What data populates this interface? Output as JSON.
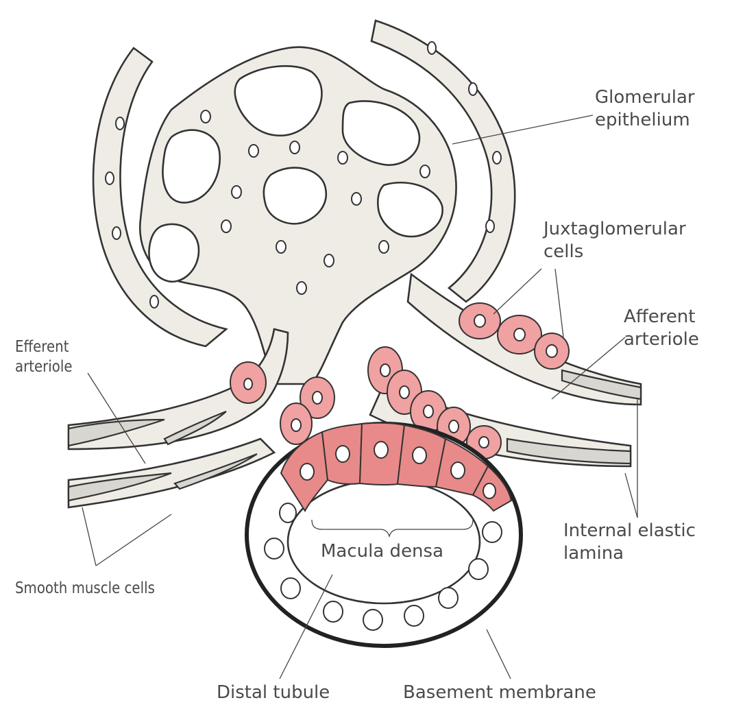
{
  "labels": {
    "glomerular_epithelium": "Glomerular\nepithelium",
    "juxtaglomerular_cells": "Juxtaglomerular\ncells",
    "afferent_arteriole": "Afferent\narteriole",
    "efferent_arteriole": "Efferent\narteriole",
    "internal_elastic_lamina": "Internal elastic\nlamina",
    "macula_densa": "Macula densa",
    "smooth_muscle_cells": "Smooth muscle cells",
    "distal_tubule": "Distal tubule",
    "basement_membrane": "Basement membrane"
  },
  "colors": {
    "juxtaglomerular_cells": "#f0a1a1",
    "macula_densa_cells": "#e88a8a",
    "tissue": "#efece6",
    "outline": "#333333",
    "label_text": "#4a4a4a"
  }
}
